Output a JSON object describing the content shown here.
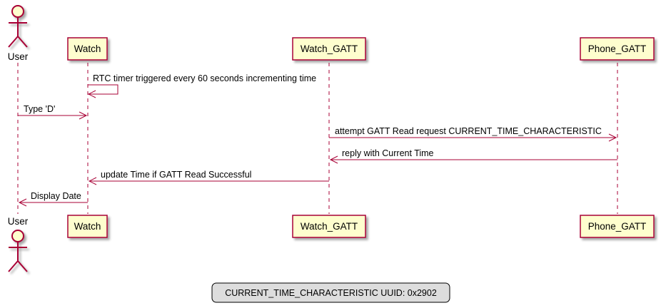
{
  "participants": [
    {
      "label": "User",
      "kind": "actor"
    },
    {
      "label": "Watch",
      "kind": "box"
    },
    {
      "label": "Watch_GATT",
      "kind": "box"
    },
    {
      "label": "Phone_GATT",
      "kind": "box"
    }
  ],
  "messages": [
    {
      "text": "RTC timer triggered every 60 seconds incrementing time",
      "from": "Watch",
      "to": "Watch"
    },
    {
      "text": "Type 'D'",
      "from": "User",
      "to": "Watch"
    },
    {
      "text": "attempt GATT Read request CURRENT_TIME_CHARACTERISTIC",
      "from": "Watch_GATT",
      "to": "Phone_GATT"
    },
    {
      "text": "reply with Current Time",
      "from": "Phone_GATT",
      "to": "Watch_GATT"
    },
    {
      "text": "update Time if GATT Read Successful",
      "from": "Watch_GATT",
      "to": "Watch"
    },
    {
      "text": "Display Date",
      "from": "Watch",
      "to": "User"
    }
  ],
  "legend": {
    "text": "CURRENT_TIME_CHARACTERISTIC UUID: 0x2902"
  },
  "colors": {
    "participant_fill": "#FEFECE",
    "participant_border": "#A80036",
    "arrow": "#A80036",
    "legend_fill": "#DDDDDD",
    "shadow": "#C8C8C8"
  }
}
